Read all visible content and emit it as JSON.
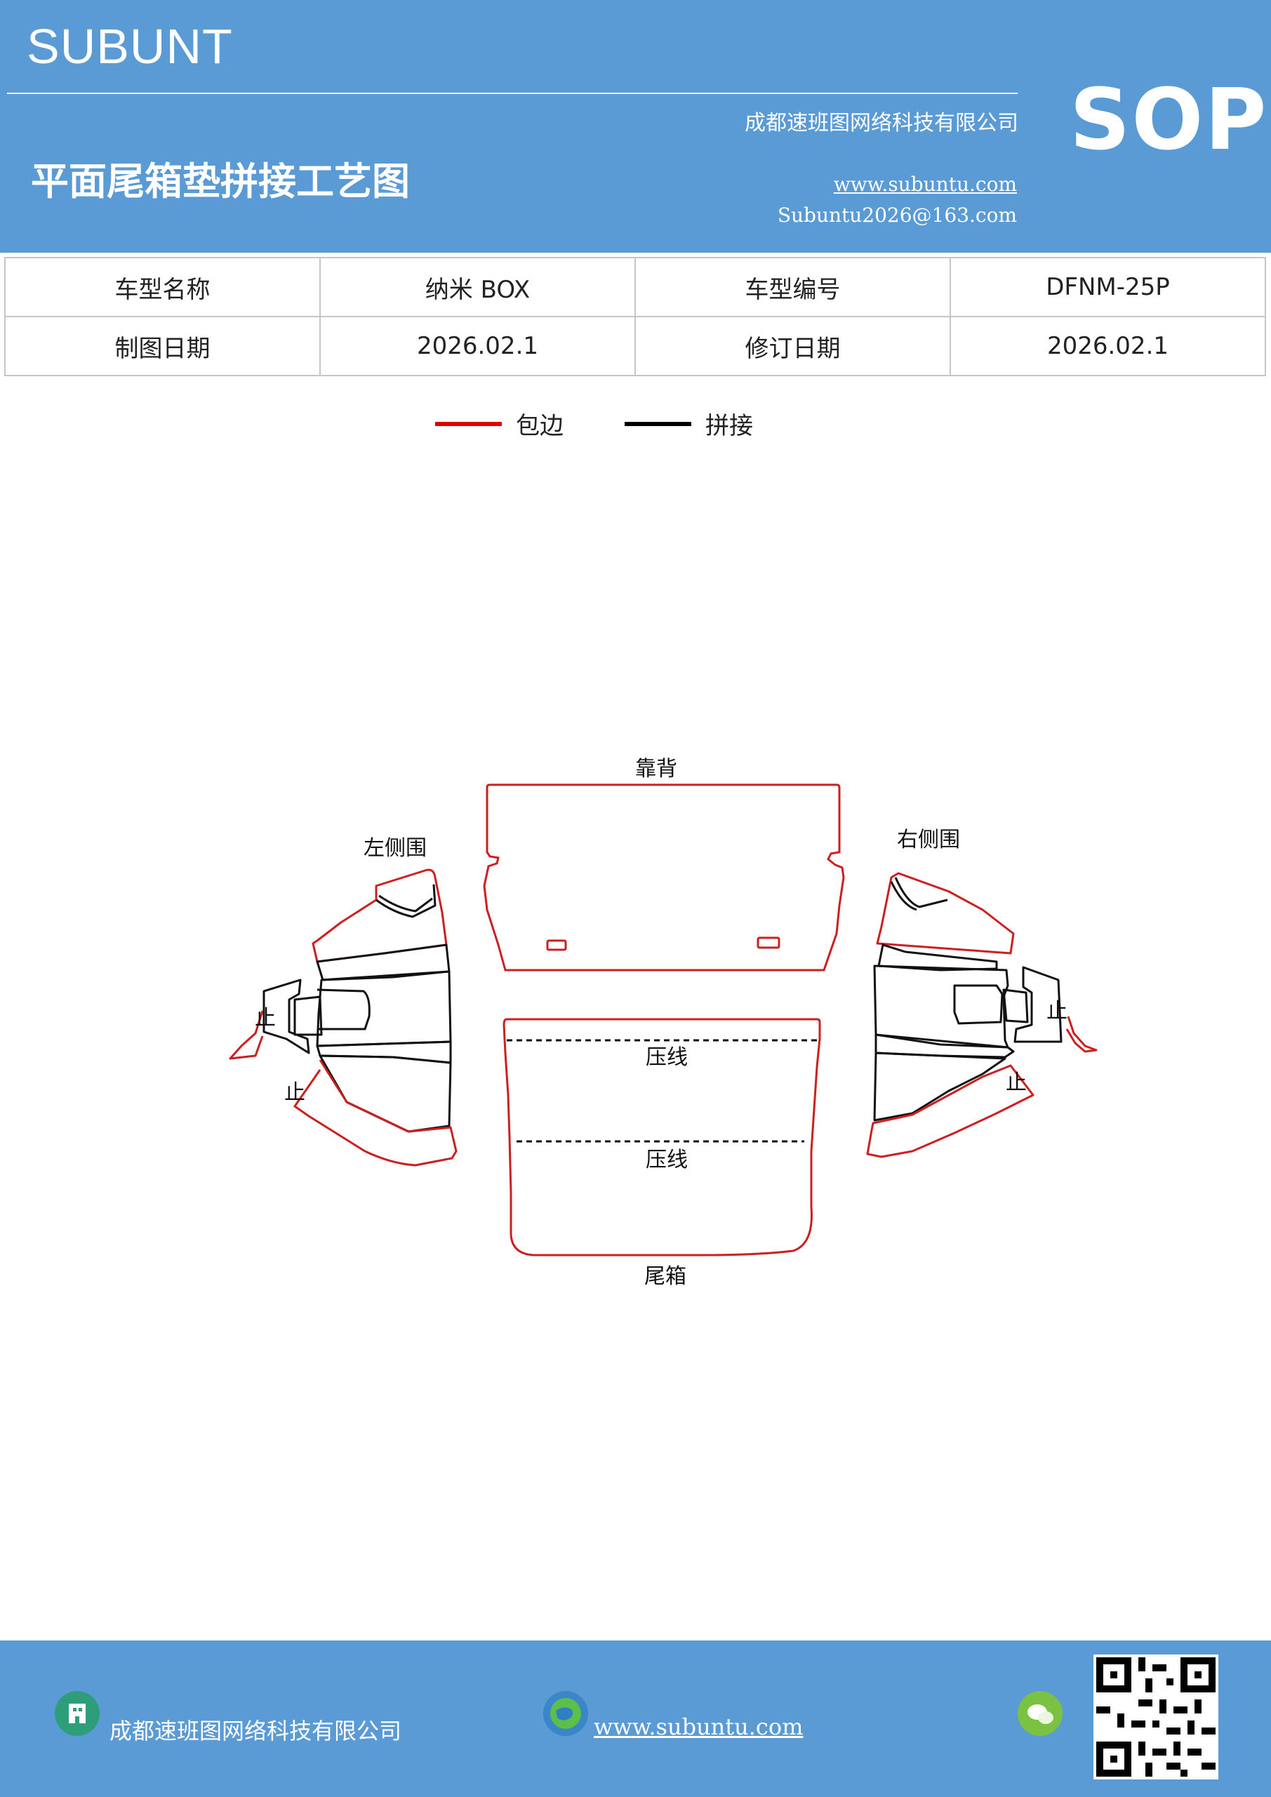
{
  "header": {
    "brand": "SUBUNT",
    "title": "平面尾箱垫拼接工艺图",
    "company": "成都速班图网络科技有限公司",
    "website": "www.subuntu.com",
    "email": "Subuntu2026@163.com",
    "badge": "SOP",
    "background_color": "#5b9bd5"
  },
  "info_table": {
    "model_name_label": "车型名称",
    "model_name_value": "纳米 BOX",
    "model_code_label": "车型编号",
    "model_code_value": "DFNM-25P",
    "draw_date_label": "制图日期",
    "draw_date_value": "2026.02.1",
    "revision_date_label": "修订日期",
    "revision_date_value": "2026.02.1"
  },
  "legend": {
    "edging_label": "包边",
    "edging_color": "#e00000",
    "joint_label": "拼接",
    "joint_color": "#000000"
  },
  "diagram": {
    "backrest_label": "靠背",
    "left_side_label": "左侧围",
    "right_side_label": "右侧围",
    "trunk_label": "尾箱",
    "crease_label_1": "压线",
    "crease_label_2": "压线",
    "stop_mark": "止",
    "edge_color": "#cc1f1f",
    "joint_color": "#111111"
  },
  "footer": {
    "company": "成都速班图网络科技有限公司",
    "website": "www.subuntu.com",
    "background_color": "#5b9bd5"
  }
}
